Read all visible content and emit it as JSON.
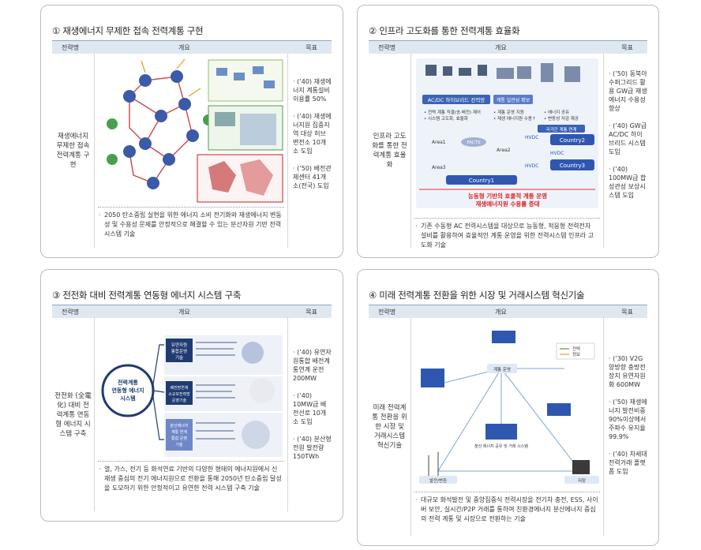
{
  "table_headers": {
    "name": "전략명",
    "overview": "개요",
    "goal": "목표"
  },
  "panels": [
    {
      "title": "① 재생에너지 무제한 접속 전력계통 구현",
      "name": "재생에너지 무제한 접속 전력계통 구현",
      "goals": [
        "· (’40) 재생에너지 계통설비 이용률 50%",
        "· (’40) 재생에너지원 집중지역 대상 허브변전소 10개소 도입",
        "· (’50) 배전관제센터 41개소(전국) 도입"
      ],
      "desc": "2050 탄소중립 실현을 위한 에너지 소비 전기화와 재생에너지 변동성 및 수용성 문제를 안정적으로 해결할 수 있는 분산자원 기반 전력 시스템 기술"
    },
    {
      "title": "② 인프라 고도화를 통한 전력계통 효율화",
      "name": "인프라 고도화를 통한 전력계통 효율화",
      "goals": [
        "· (’50) 동북아 수퍼그리드 활용 GW급 재생에너지 수용성 향상",
        "· (’40) GW급 AC/DC 하이브리드 시스템 도입",
        "· (’40) 100MW급 합성관성 보상시스템 도입"
      ],
      "desc": "기존 수동형 AC 전력시스템을 대상으로 능동형, 적응형 전력전자 설비를 활용하여 효율적인 계통 운영을 위한 전력시스템 인프라 고도화 기술",
      "figure": {
        "acdc": "AC/DC 하이브리드 전력망",
        "ops": "계통 일관성 확보",
        "bullets_left": [
          "• 전력 계통 직결(송·배전) 제어",
          "• 시스템 고도화, 효율화"
        ],
        "bullets_mid": [
          "• 계통 운영 지원",
          "• 재생 에너지원 수용↑"
        ],
        "bullets_right": [
          "• 에너지 공유",
          "• 변동성 저감 제공"
        ],
        "areas": [
          "Area1",
          "Area2",
          "Area3"
        ],
        "facts": "FACTS",
        "hvdc": [
          "HVDC",
          "HVDC",
          "HVDC"
        ],
        "countries": [
          "Country1",
          "Country2",
          "Country3"
        ],
        "cross": "국가간 계통 연계",
        "banner1": "능동형 기반의 효율적 계통 운영",
        "banner2": "재생에너지원 수용률 증대"
      }
    },
    {
      "title": "③ 전전화 대비 전력계통 연동형 에너지 시스템 구축",
      "name": "전전화 (全電化) 대비 전력계통 연동형 에너지 시스템 구축",
      "goals": [
        "· (’40) 유연자원통합 배전계통연계 운전 200MW",
        "· (’40) 10MW급 배전선로 10개소 도입",
        "· (’40) 분산형 전원 발전량 150TWh"
      ],
      "desc": "열, 가스, 전기 등 화석연료 기반의 다양한 형태의 에너지원에서 신재생 중심의 전기 에너지원으로 전환을 통해 2050년 탄소중립 달성을 도모하기 위한 안정적이고 유연한 전력 시스템 구축 기술",
      "figure": {
        "center": [
          "전력계통",
          "연동형 에너지",
          "시스템"
        ],
        "boxes": [
          [
            "유연자원",
            "통합운영",
            "기술"
          ],
          [
            "배전망연계",
            "소규모전력망",
            "운영기술"
          ],
          [
            "분산에너지",
            "계통 연계",
            "통합 운영",
            "기술"
          ]
        ]
      }
    },
    {
      "title": "④ 미래 전력계통 전환을 위한 시장 및 거래시스템 혁신기술",
      "name": "미래 전력계통 전환을 위한 시장 및 거래시스템 혁신기술",
      "goals": [
        "· (’30) V2G 양방향 충방전장치 유연자원화 600MW",
        "· (’50) 재생에너지 발전비중 90%이상에서 주파수 유지율 99.9%",
        "· (’40) 차세대 전력거래 플랫폼 도입"
      ],
      "desc": "대규모 화석발전 및 중앙집중식 전력시장을 전기차 충전, ESS, 사이버 보안, 실시간/P2P 거래를 통하여 친환경에너지 분산에너지 중심의 전력 계통 및 시장으로 전환하는 기술",
      "figure": {
        "legend": [
          "전력",
          "정보"
        ],
        "gen": "발전/변환",
        "load": "저장",
        "grid": "계통 운영",
        "market": "분산 에너지 공유 및 거래 시스템"
      }
    }
  ]
}
